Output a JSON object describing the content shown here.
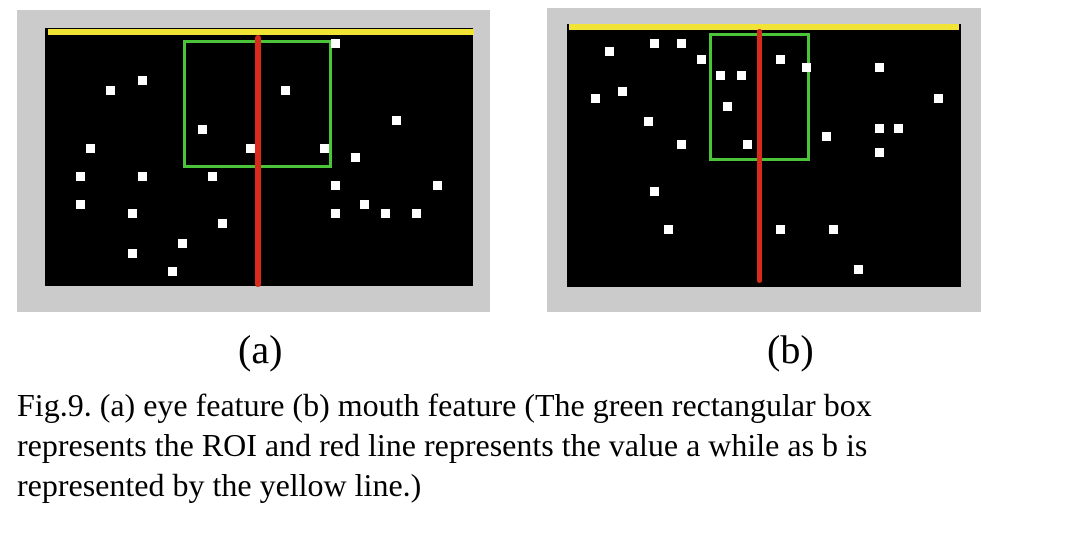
{
  "figure": {
    "panels": [
      {
        "label": "(a)",
        "feature": "eye feature"
      },
      {
        "label": "(b)",
        "feature": "mouth feature"
      }
    ],
    "caption_lines": [
      "Fig.9. (a) eye feature (b) mouth feature (The green rectangular box",
      "represents the ROI and red line represents the value a while as b is",
      "represented by the yellow line.)"
    ],
    "colors": {
      "roi": "#4cc43a",
      "a_line": "#d92a1c",
      "b_line": "#f2e436",
      "background": "#000000"
    }
  }
}
